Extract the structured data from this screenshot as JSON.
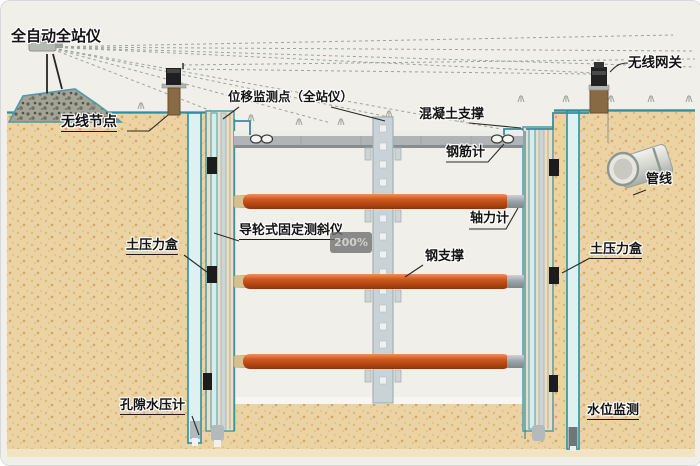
{
  "watermark": {
    "zoom_level": "200%"
  },
  "colors": {
    "soil": "#ecd3a4",
    "soil_dot": "#d9b87c",
    "teal": "#2e8fa0",
    "steel_support_orange": "#d05a1e",
    "concrete_gray": "#b0b4b6",
    "column_gray": "#c9d2d6",
    "label_ink": "#141414",
    "sky": "#f1efe9"
  },
  "labels": {
    "total_station": {
      "text": "全自动全站仪"
    },
    "wireless_node": {
      "text": "无线节点"
    },
    "displacement_point": {
      "text": "位移监测点（全站仪）"
    },
    "concrete_support": {
      "text": "混凝土支撑"
    },
    "wireless_gateway": {
      "text": "无线网关"
    },
    "rebar_gauge": {
      "text": "钢筋计"
    },
    "pipeline": {
      "text": "管线"
    },
    "axial_force_gauge": {
      "text": "轴力计"
    },
    "inclinometer": {
      "text": "导轮式固定测斜仪"
    },
    "earth_pressure_left": {
      "text": "土压力盒"
    },
    "earth_pressure_right": {
      "text": "土压力盒"
    },
    "steel_support": {
      "text": "钢支撑"
    },
    "pore_water_gauge": {
      "text": "孔隙水压计"
    },
    "water_level": {
      "text": "水位监测"
    }
  }
}
